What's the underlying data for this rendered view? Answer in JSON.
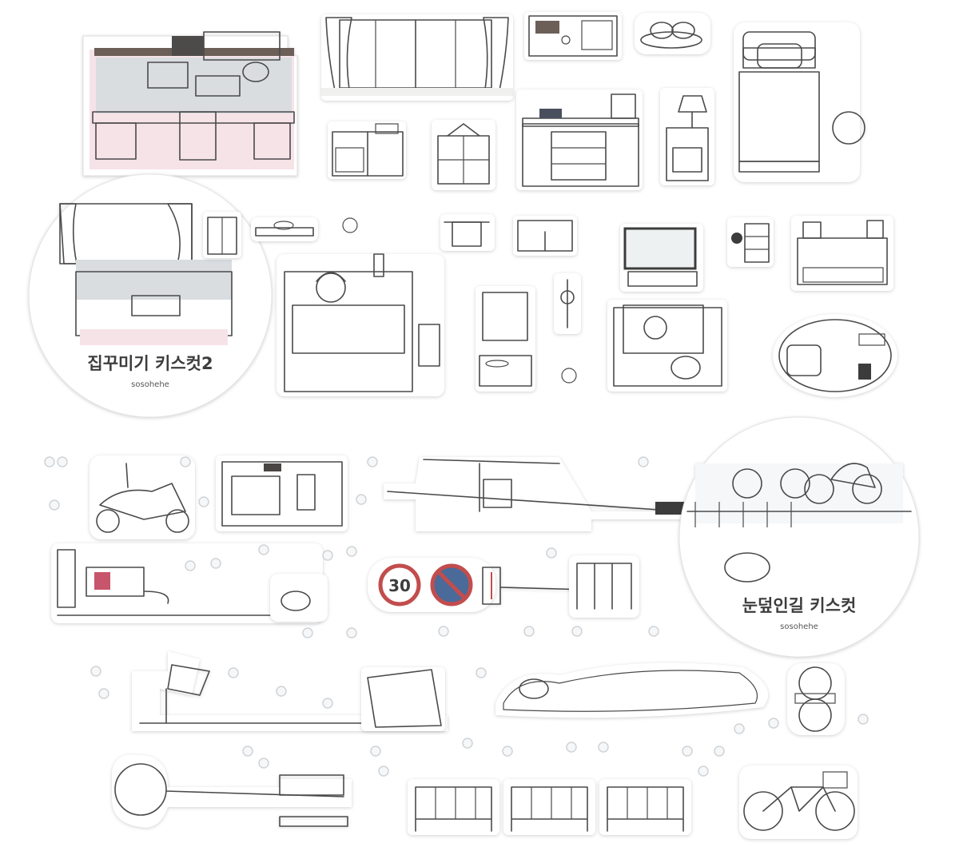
{
  "sheet_1": {
    "title": "집꾸미기 키스컷2",
    "brand": "sosohehe"
  },
  "sheet_2": {
    "title": "눈덮인길 키스컷",
    "brand": "sosohehe"
  },
  "sign": {
    "speed_limit": "30"
  },
  "colors": {
    "desk_brown": "#6b5f58",
    "mint": "#cfe3dc",
    "pink": "#f3dfe4",
    "cream": "#f4f1df",
    "sky": "#cde3ea",
    "snow": "#f5f7f8",
    "outline": "#4a4a4a"
  }
}
